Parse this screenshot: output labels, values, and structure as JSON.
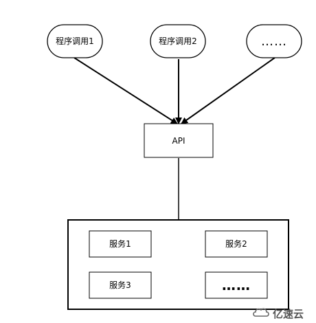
{
  "callers": [
    {
      "label": "程序调用1"
    },
    {
      "label": "程序调用2"
    },
    {
      "label": "……"
    }
  ],
  "api": {
    "label": "API"
  },
  "services": [
    {
      "label": "服务1"
    },
    {
      "label": "服务2"
    },
    {
      "label": "服务3"
    },
    {
      "label": "……"
    }
  ],
  "watermark": {
    "label": "亿速云"
  }
}
